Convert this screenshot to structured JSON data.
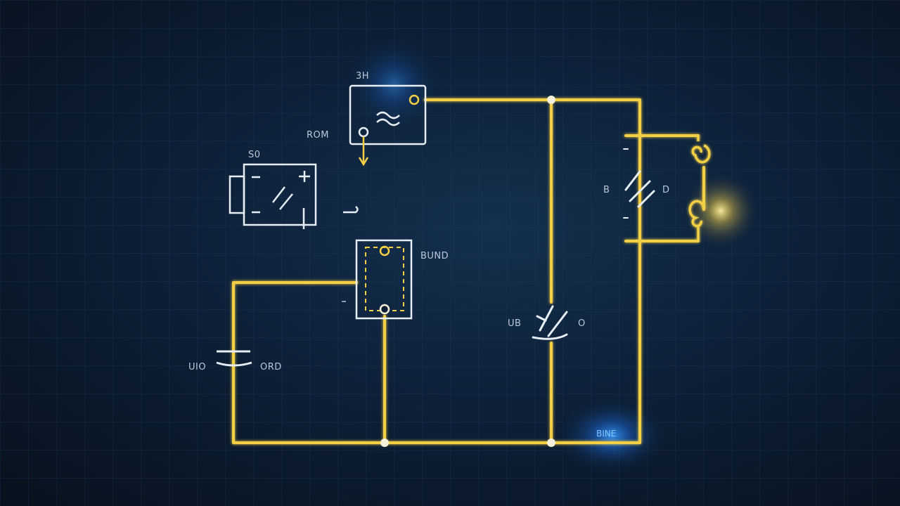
{
  "colors": {
    "wire": "#f2cf45",
    "component": "#e8eef6",
    "label": "#b9c8da",
    "glow_blue": "#2f8dff",
    "glow_yellow": "#ffd84a",
    "grid": "#1d3a5a"
  },
  "labels": {
    "top_box": "3H",
    "top_box_side": "ROM",
    "battery_box": "S0",
    "ic_box": "BUND",
    "left_cap_left": "UIO",
    "left_cap_right": "ORD",
    "mid_cap_left": "UB",
    "mid_cap_right": "O",
    "right_cap_left": "B",
    "right_cap_right": "D",
    "corner_tag": "BINE"
  },
  "icons": [
    "oscillator-icon",
    "battery-icon",
    "ic-chip-icon",
    "capacitor-icon",
    "coil-icon"
  ]
}
